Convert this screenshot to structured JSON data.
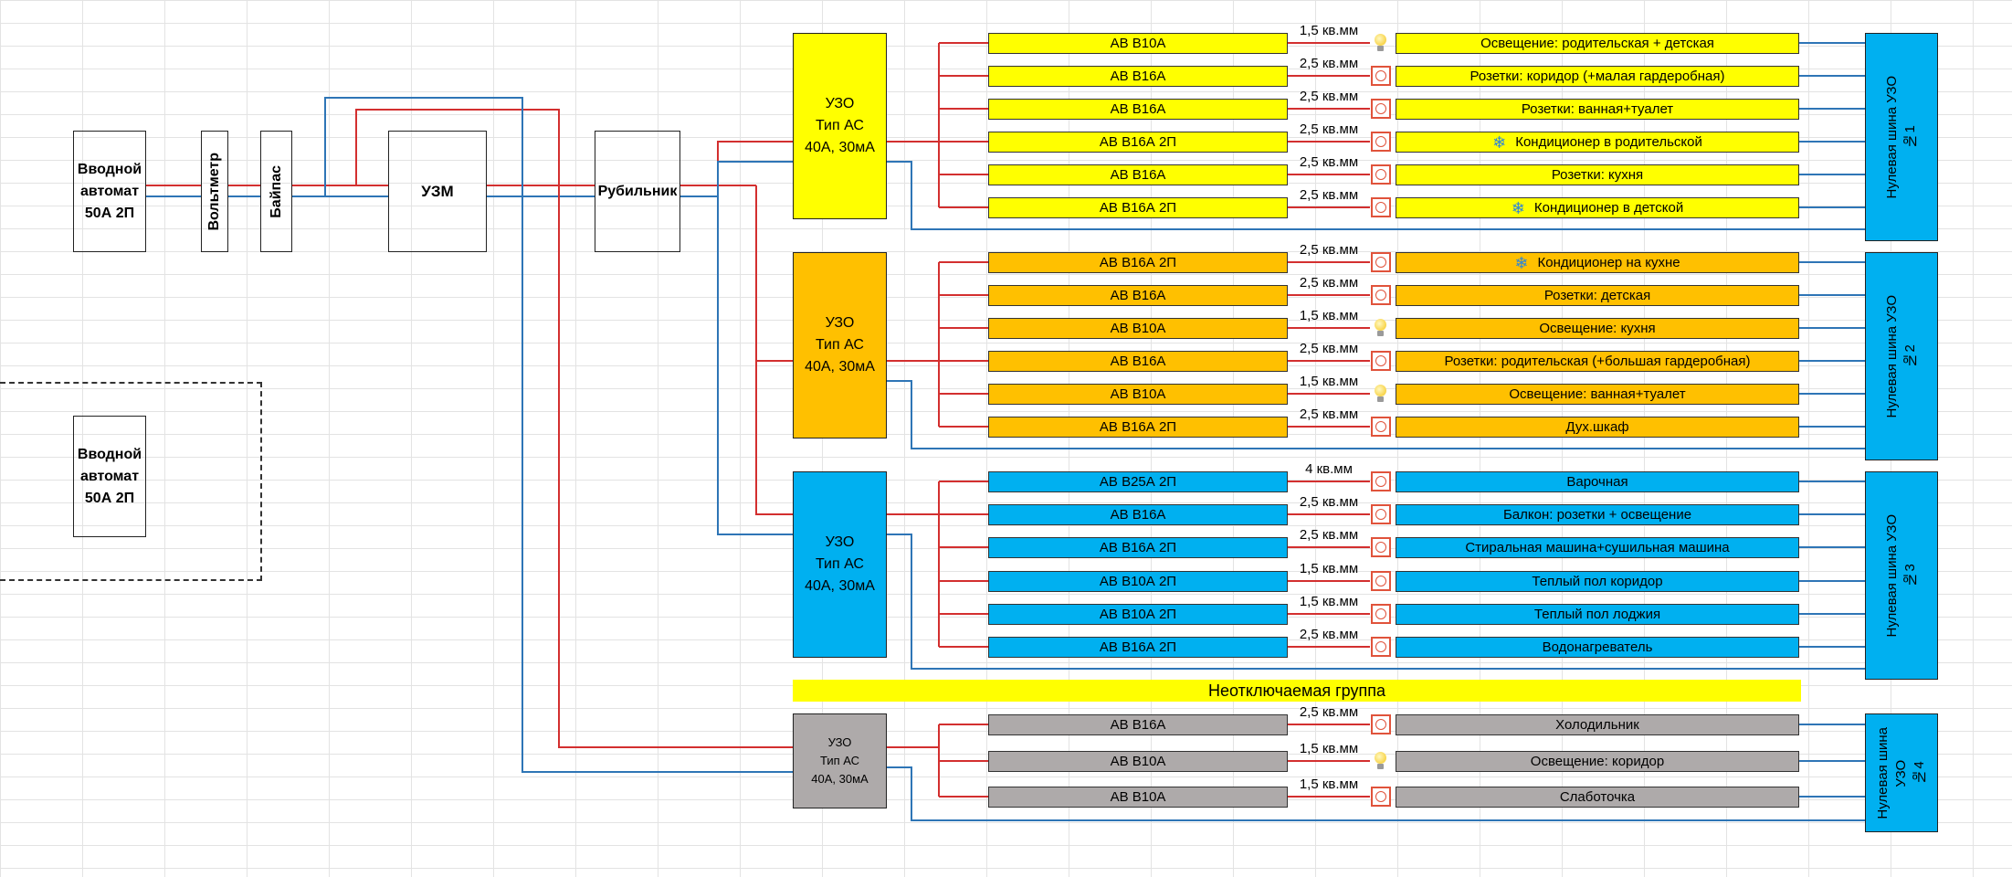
{
  "colors": {
    "yellow": "#ffff00",
    "orange": "#ffc000",
    "blue": "#00b0f0",
    "gray": "#aeaaaa",
    "phase_wire": "#d32f2f",
    "neutral_wire": "#2e75b6"
  },
  "top_chain": {
    "main_breaker": "Вводной\nавтомат\n50А 2П",
    "voltmeter": "Вольтметр",
    "bypass": "Байпас",
    "uzm": "УЗМ",
    "switch": "Рубильник"
  },
  "reserve_breaker": "Вводной\nавтомат\n50А 2П",
  "non_switchable_group": "Неотключаемая группа",
  "groups": [
    {
      "color": "#ffff00",
      "rcd": "УЗО\nТип АС\n40А, 30мА",
      "neutral_bus": "Нулевая шина УЗО\n№1",
      "lines": [
        {
          "breaker": "АВ В10А",
          "cable": "1,5 кв.мм",
          "icon": "bulb-icon",
          "consumer": "Освещение: родительская + детская"
        },
        {
          "breaker": "АВ В16А",
          "cable": "2,5 кв.мм",
          "icon": "socket-icon",
          "consumer": "Розетки: коридор (+малая гардеробная)"
        },
        {
          "breaker": "АВ В16А",
          "cable": "2,5 кв.мм",
          "icon": "socket-icon",
          "consumer": "Розетки: ванная+туалет"
        },
        {
          "breaker": "АВ В16А 2П",
          "cable": "2,5 кв.мм",
          "icon": "socket-icon",
          "snow": true,
          "consumer": "Кондиционер в родительской"
        },
        {
          "breaker": "АВ В16А",
          "cable": "2,5 кв.мм",
          "icon": "socket-icon",
          "consumer": "Розетки: кухня"
        },
        {
          "breaker": "АВ В16А 2П",
          "cable": "2,5 кв.мм",
          "icon": "socket-icon",
          "snow": true,
          "consumer": "Кондиционер в детской"
        }
      ]
    },
    {
      "color": "#ffc000",
      "rcd": "УЗО\nТип АС\n40А, 30мА",
      "neutral_bus": "Нулевая шина УЗО\n№2",
      "lines": [
        {
          "breaker": "АВ В16А 2П",
          "cable": "2,5 кв.мм",
          "icon": "socket-icon",
          "snow": true,
          "consumer": "Кондиционер на кухне"
        },
        {
          "breaker": "АВ В16А",
          "cable": "2,5 кв.мм",
          "icon": "socket-icon",
          "consumer": "Розетки: детская"
        },
        {
          "breaker": "АВ В10А",
          "cable": "1,5 кв.мм",
          "icon": "bulb-icon",
          "consumer": "Освещение: кухня"
        },
        {
          "breaker": "АВ В16А",
          "cable": "2,5 кв.мм",
          "icon": "socket-icon",
          "consumer": "Розетки: родительская (+большая гардеробная)"
        },
        {
          "breaker": "АВ В10А",
          "cable": "1,5 кв.мм",
          "icon": "bulb-icon",
          "consumer": "Освещение: ванная+туалет"
        },
        {
          "breaker": "АВ В16А 2П",
          "cable": "2,5 кв.мм",
          "icon": "socket-icon",
          "consumer": "Дух.шкаф"
        }
      ]
    },
    {
      "color": "#00b0f0",
      "rcd": "УЗО\nТип АС\n40А, 30мА",
      "neutral_bus": "Нулевая шина УЗО\n№3",
      "lines": [
        {
          "breaker": "АВ В25А 2П",
          "cable": "4 кв.мм",
          "icon": "socket-icon",
          "consumer": "Варочная"
        },
        {
          "breaker": "АВ В16А",
          "cable": "2,5 кв.мм",
          "icon": "socket-icon",
          "consumer": "Балкон: розетки + освещение"
        },
        {
          "breaker": "АВ В16А 2П",
          "cable": "2,5 кв.мм",
          "icon": "socket-icon",
          "consumer": "Стиральная машина+сушильная машина"
        },
        {
          "breaker": "АВ В10А 2П",
          "cable": "1,5 кв.мм",
          "icon": "socket-icon",
          "consumer": "Теплый пол коридор"
        },
        {
          "breaker": "АВ В10А 2П",
          "cable": "1,5 кв.мм",
          "icon": "socket-icon",
          "consumer": "Теплый пол лоджия"
        },
        {
          "breaker": "АВ В16А 2П",
          "cable": "2,5 кв.мм",
          "icon": "socket-icon",
          "consumer": "Водонагреватель"
        }
      ]
    },
    {
      "color": "#aeaaaa",
      "rcd": "УЗО\nТип АС\n40А, 30мА",
      "neutral_bus": "Нулевая шина\nУЗО\n№4",
      "lines": [
        {
          "breaker": "АВ В16А",
          "cable": "2,5 кв.мм",
          "icon": "socket-icon",
          "consumer": "Холодильник"
        },
        {
          "breaker": "АВ В10А",
          "cable": "1,5 кв.мм",
          "icon": "bulb-icon",
          "consumer": "Освещение: коридор"
        },
        {
          "breaker": "АВ В10А",
          "cable": "1,5 кв.мм",
          "icon": "socket-icon",
          "consumer": "Слаботочка"
        }
      ]
    }
  ]
}
